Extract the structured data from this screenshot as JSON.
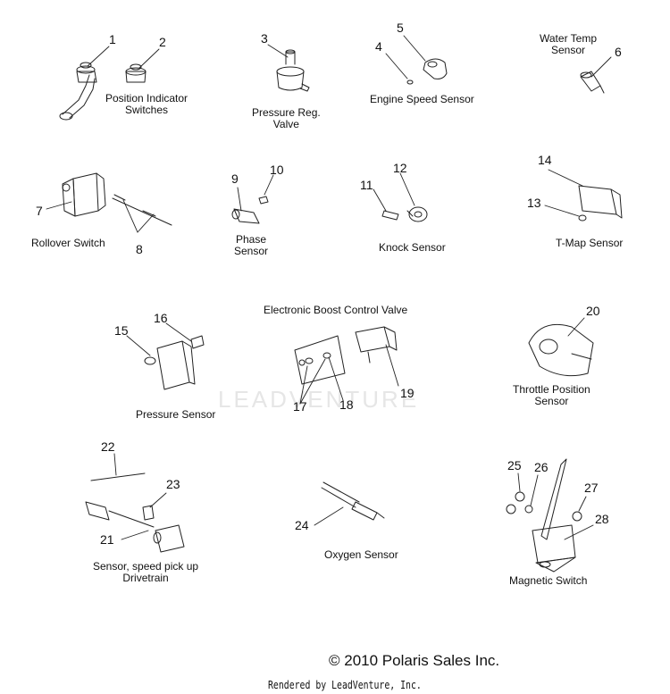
{
  "watermark": "LEADVENTURE",
  "labels": {
    "position_indicator": "Position Indicator\nSwitches",
    "pressure_reg": "Pressure Reg.\nValve",
    "engine_speed": "Engine Speed Sensor",
    "water_temp": "Water Temp\nSensor",
    "rollover": "Rollover Switch",
    "phase": "Phase\nSensor",
    "knock": "Knock Sensor",
    "tmap": "T-Map Sensor",
    "boost": "Electronic Boost Control Valve",
    "pressure_sensor": "Pressure Sensor",
    "throttle": "Throttle Position\nSensor",
    "speed_pickup": "Sensor, speed pick up\nDrivetrain",
    "oxygen": "Oxygen Sensor",
    "magnetic": "Magnetic Switch"
  },
  "callouts": {
    "n1": "1",
    "n2": "2",
    "n3": "3",
    "n4": "4",
    "n5": "5",
    "n6": "6",
    "n7": "7",
    "n8": "8",
    "n9": "9",
    "n10": "10",
    "n11": "11",
    "n12": "12",
    "n13": "13",
    "n14": "14",
    "n15": "15",
    "n16": "16",
    "n17": "17",
    "n18": "18",
    "n19": "19",
    "n20": "20",
    "n21": "21",
    "n22": "22",
    "n23": "23",
    "n24": "24",
    "n25": "25",
    "n26": "26",
    "n27": "27",
    "n28": "28"
  },
  "footer": {
    "copyright": "© 2010 Polaris Sales Inc.",
    "rendered": "Rendered by LeadVenture, Inc."
  }
}
